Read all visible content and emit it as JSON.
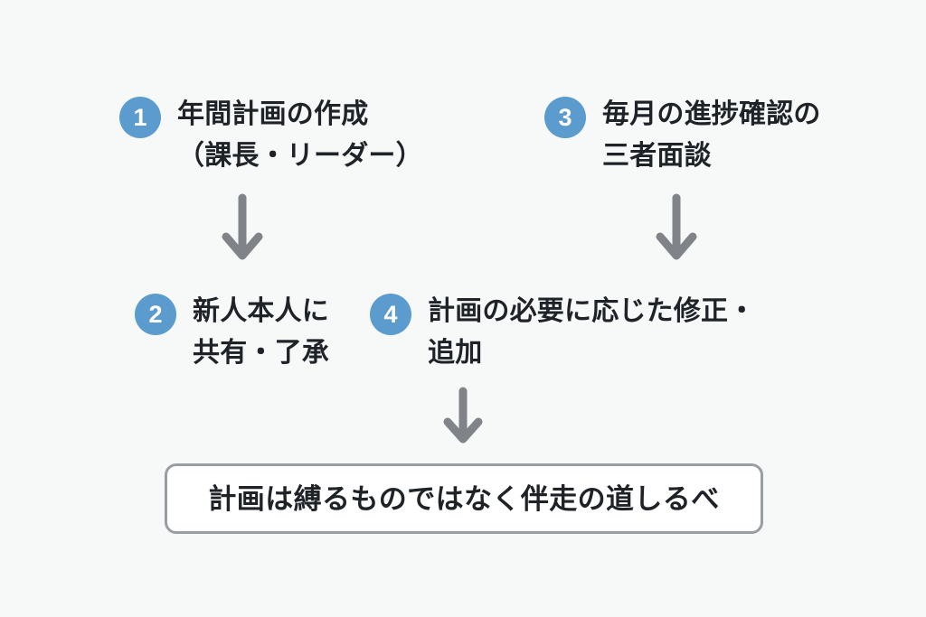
{
  "background_color": "#f7f9f9",
  "accent_color": "#5b9bcd",
  "text_color": "#1f2328",
  "arrow_color": "#808488",
  "box_border_color": "#9a9ea2",
  "steps": [
    {
      "number": "1",
      "text": "年間計画の作成\n（課長・リーダー）",
      "name": "step-1"
    },
    {
      "number": "2",
      "text": "新人本人に\n共有・了承",
      "name": "step-2"
    },
    {
      "number": "3",
      "text": "毎月の進捗確認の\n三者面談",
      "name": "step-3"
    },
    {
      "number": "4",
      "text": "計画の必要に応じた修正・\n追加",
      "name": "step-4"
    }
  ],
  "arrows": [
    {
      "name": "arrow-step1-to-step2",
      "direction": "down"
    },
    {
      "name": "arrow-step3-to-step4",
      "direction": "down"
    },
    {
      "name": "arrow-step4-to-conclusion",
      "direction": "down"
    }
  ],
  "conclusion": {
    "text": "計画は縛るものではなく伴走の道しるべ"
  }
}
